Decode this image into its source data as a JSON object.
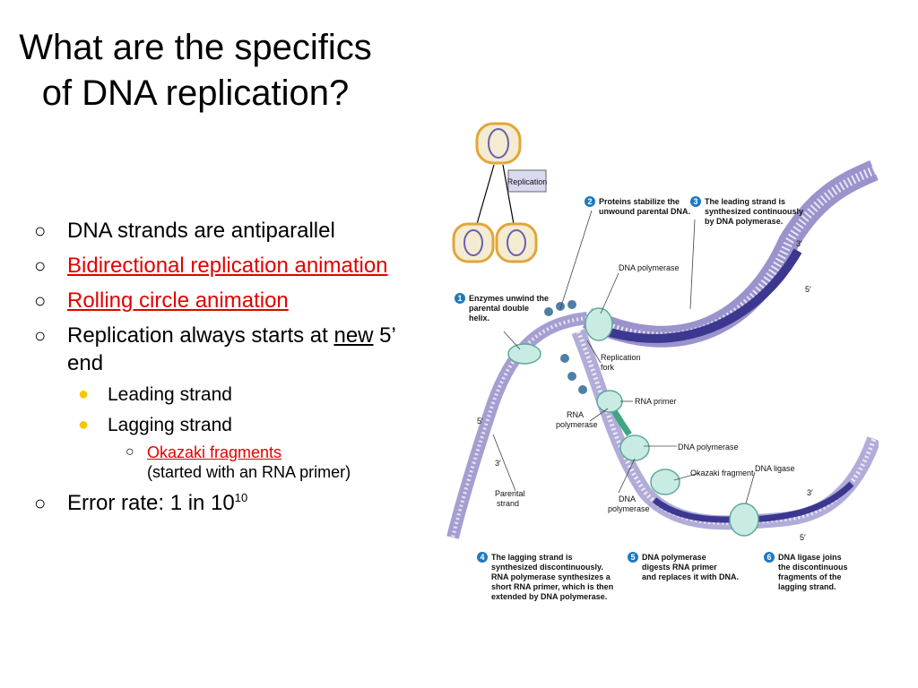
{
  "title": "What are the specifics of DNA replication?",
  "bullets": {
    "b1": "DNA strands are antiparallel",
    "b2": "Bidirectional replication animation",
    "b3": "Rolling circle animation",
    "b4_pre": "Replication always starts at ",
    "b4_new": "new",
    "b4_post": " 5’ end",
    "leading": "Leading strand",
    "lagging": "Lagging strand",
    "okazaki": "Okazaki fragments",
    "okazaki_note": "(started with an RNA primer)",
    "error_pre": "Error rate: 1 in 10",
    "error_exp": "10"
  },
  "figure": {
    "replication": "Replication",
    "step1_num": "1",
    "step1": [
      "Enzymes unwind the",
      "parental double",
      "helix."
    ],
    "step2_num": "2",
    "step2": [
      "Proteins stabilize the",
      "unwound parental DNA."
    ],
    "step3_num": "3",
    "step3": [
      "The leading strand is",
      "synthesized continuously",
      "by DNA polymerase."
    ],
    "step4_num": "4",
    "step4": [
      "The lagging strand is",
      "synthesized discontinuously.",
      "RNA polymerase synthesizes a",
      "short RNA primer, which is then",
      "extended by DNA polymerase."
    ],
    "step5_num": "5",
    "step5": [
      "DNA polymerase",
      "digests RNA primer",
      "and replaces it with DNA."
    ],
    "step6_num": "6",
    "step6": [
      "DNA ligase joins",
      "the discontinuous",
      "fragments of the",
      "lagging strand."
    ],
    "dna_polymerase_top": "DNA polymerase",
    "replication_fork": [
      "Replication",
      "fork"
    ],
    "rna_primer": "RNA primer",
    "rna_polymerase": [
      "RNA",
      "polymerase"
    ],
    "dna_polymerase_mid": "DNA polymerase",
    "okazaki_fragment": "Okazaki fragment",
    "dna_ligase": "DNA ligase",
    "dna_polymerase_low": [
      "DNA",
      "polymerase"
    ],
    "parental_strand": [
      "Parental",
      "strand"
    ],
    "end_3_top": "3′",
    "end_5_top": "5′",
    "end_5_left": "5′",
    "end_3_left": "3′",
    "end_3_low": "3′",
    "end_5_low": "5′"
  }
}
